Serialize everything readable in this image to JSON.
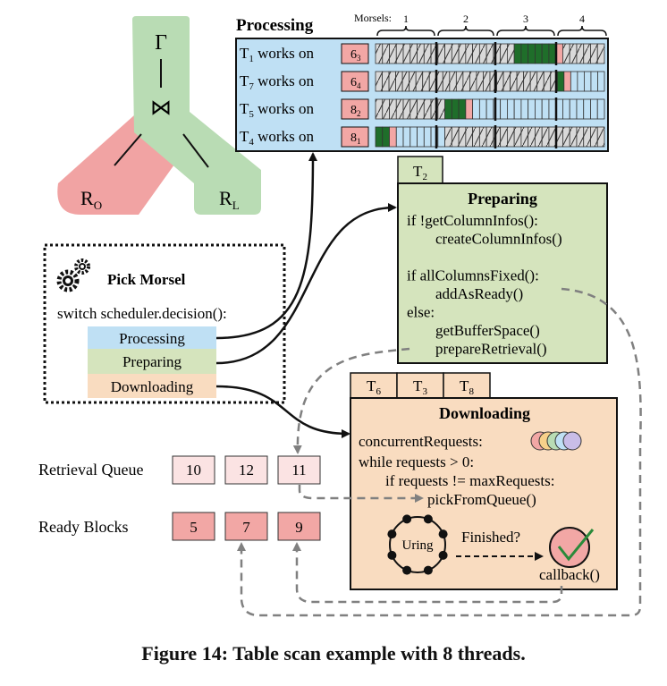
{
  "query_plan": {
    "aggregate_symbol": "Γ",
    "join_symbol": "⋈",
    "left_input": {
      "base": "R",
      "subscript": "O"
    },
    "right_input": {
      "base": "R",
      "subscript": "L"
    }
  },
  "processing": {
    "title": "Processing",
    "morsels_label": "Morsels:",
    "morsel_numbers": [
      "1",
      "2",
      "3",
      "4"
    ],
    "rows": [
      {
        "thread": "T",
        "thread_sub": "1",
        "text": " works on",
        "block": "6",
        "block_sub": "3",
        "cells": "hhhhhhhhhhhhhhhhhhhhggggggphhhhhh"
      },
      {
        "thread": "T",
        "thread_sub": "7",
        "text": " works on",
        "block": "6",
        "block_sub": "4",
        "cells": "hhhhhhhhhhhhhhhhhhhhhhhhhhhgpbbbbb"
      },
      {
        "thread": "T",
        "thread_sub": "5",
        "text": " works on",
        "block": "8",
        "block_sub": "2",
        "cells": "hhhhhhhhhhgggpbbbbbbbbbbbbbbbbbbb"
      },
      {
        "thread": "T",
        "thread_sub": "4",
        "text": " works on",
        "block": "8",
        "block_sub": "1",
        "cells": "ggpbbbbbbbhhhhhhhhhhhhhhhhhhhhhhh"
      }
    ]
  },
  "preparing": {
    "tab": {
      "base": "T",
      "sub": "2"
    },
    "title": "Preparing",
    "lines": [
      "if !getColumnInfos():",
      "createColumnInfos()",
      "",
      "if allColumnsFixed():",
      "addAsReady()",
      "else:",
      "getBufferSpace()",
      "prepareRetrieval()"
    ]
  },
  "pick_morsel": {
    "title": "Pick Morsel",
    "switch_text": "switch scheduler.decision():",
    "options": [
      "Processing",
      "Preparing",
      "Downloading"
    ]
  },
  "downloading": {
    "tabs": [
      {
        "base": "T",
        "sub": "6"
      },
      {
        "base": "T",
        "sub": "3"
      },
      {
        "base": "T",
        "sub": "8"
      }
    ],
    "title": "Downloading",
    "lines": [
      "concurrentRequests:",
      "while requests > 0:",
      "if requests != maxRequests:",
      "pickFromQueue()"
    ],
    "uring_label": "Uring",
    "finished_label": "Finished?",
    "callback_label": "callback()"
  },
  "queues": {
    "retrieval_label": "Retrieval Queue",
    "retrieval_items": [
      "10",
      "12",
      "11"
    ],
    "ready_label": "Ready Blocks",
    "ready_items": [
      "5",
      "7",
      "9"
    ]
  },
  "caption": "Figure 14: Table scan example with 8 threads.",
  "colors": {
    "processing_blue": "#bfe0f4",
    "preparing_green": "#d5e4bd",
    "downloading_orange": "#f9dcc0",
    "pink_block": "#f2a7a5",
    "light_pink": "#fbe3e3",
    "dark_green": "#1f6e2a",
    "plan_green": "#b9dcb4",
    "plan_red": "#f1a3a3"
  }
}
